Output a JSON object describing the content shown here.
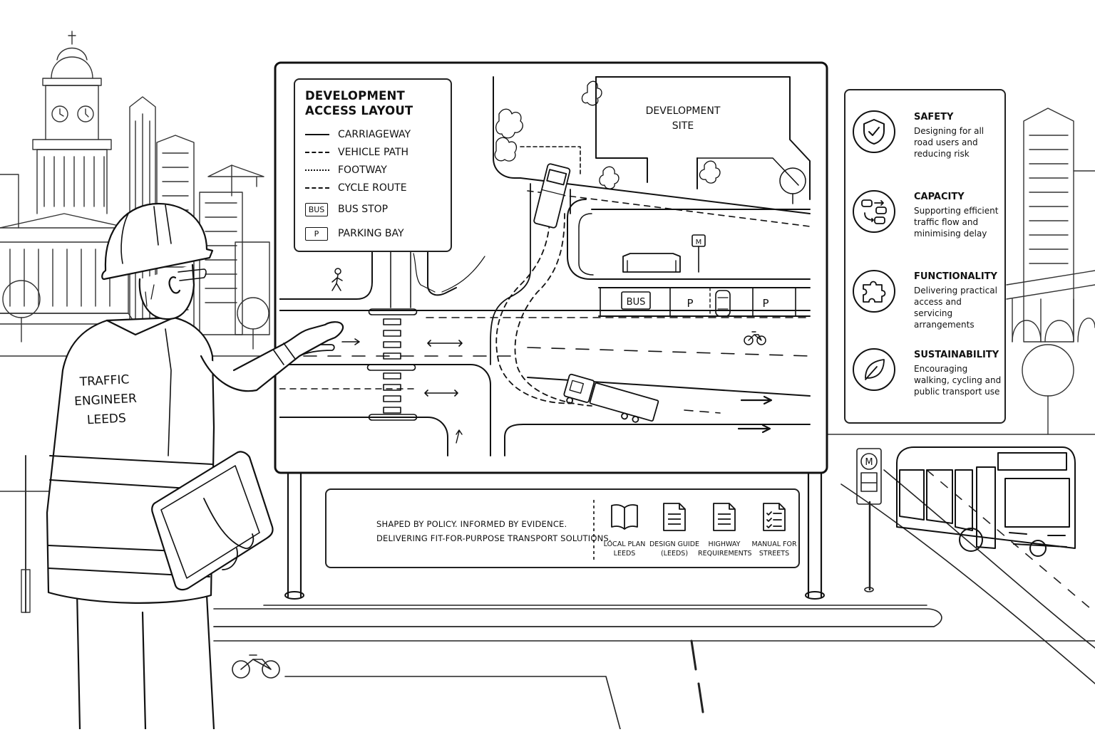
{
  "board": {
    "legend": {
      "title": "DEVELOPMENT ACCESS LAYOUT",
      "items": [
        {
          "label": "CARRIAGEWAY",
          "style": "solid"
        },
        {
          "label": "VEHICLE PATH",
          "style": "dashed"
        },
        {
          "label": "FOOTWAY",
          "style": "dotted"
        },
        {
          "label": "CYCLE ROUTE",
          "style": "dashed"
        },
        {
          "label": "BUS STOP",
          "tag": "BUS"
        },
        {
          "label": "PARKING BAY",
          "tag": "P"
        }
      ]
    },
    "map": {
      "development_site": "DEVELOPMENT SITE",
      "bus_bay_label": "BUS",
      "parking_label": "P",
      "metro_label": "M"
    }
  },
  "principles": [
    {
      "title": "SAFETY",
      "description": "Designing for all road users and reducing risk",
      "icon": "shield-check-icon"
    },
    {
      "title": "CAPACITY",
      "description": "Supporting efficient traffic flow and minimising delay",
      "icon": "traffic-flow-icon"
    },
    {
      "title": "FUNCTIONALITY",
      "description": "Delivering practical access and servicing arrangements",
      "icon": "puzzle-icon"
    },
    {
      "title": "SUSTAINABILITY",
      "description": "Encouraging walking, cycling and public transport use",
      "icon": "leaf-icon"
    }
  ],
  "footer": {
    "tagline_line1": "SHAPED BY POLICY. INFORMED BY EVIDENCE.",
    "tagline_line2": "DELIVERING FIT-FOR-PURPOSE TRANSPORT SOLUTIONS.",
    "references": [
      {
        "line1": "LOCAL PLAN",
        "line2": "LEEDS",
        "icon": "open-book-icon"
      },
      {
        "line1": "DESIGN GUIDE",
        "line2": "(LEEDS)",
        "icon": "document-icon"
      },
      {
        "line1": "HIGHWAY",
        "line2": "REQUIREMENTS",
        "icon": "document-icon"
      },
      {
        "line1": "MANUAL FOR",
        "line2": "STREETS",
        "icon": "checklist-icon"
      }
    ]
  },
  "engineer": {
    "vest_line1": "TRAFFIC",
    "vest_line2": "ENGINEER",
    "vest_line3": "LEEDS"
  },
  "street": {
    "metro_sign": "M"
  }
}
